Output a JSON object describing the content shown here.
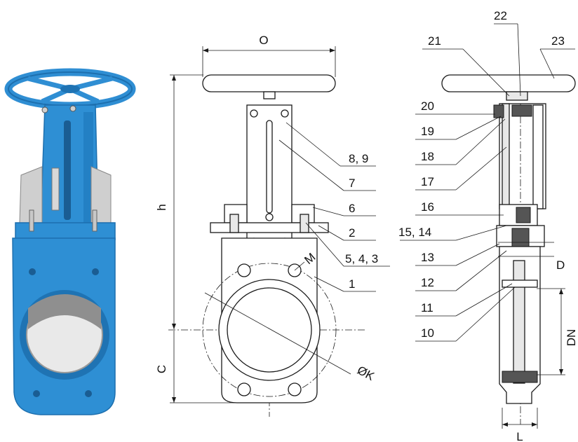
{
  "front_view": {
    "dimensions": {
      "width": "O",
      "height": "h",
      "bottom": "C",
      "bolt": "M",
      "circle": "ØK"
    },
    "callouts": [
      "8, 9",
      "7",
      "6",
      "2",
      "5, 4, 3",
      "1"
    ]
  },
  "side_view": {
    "dimensions": {
      "depth": "D",
      "nominal": "DN",
      "length": "L"
    },
    "callouts_top": [
      "22",
      "21",
      "23"
    ],
    "callouts_left": [
      "20",
      "19",
      "18",
      "17",
      "16",
      "15, 14",
      "13",
      "12",
      "11",
      "10"
    ]
  },
  "colors": {
    "valve_body": "#2e8fd4",
    "handwheel": "#3a9ad8",
    "gate": "#c9c9c9",
    "line": "#1a1a1a"
  }
}
